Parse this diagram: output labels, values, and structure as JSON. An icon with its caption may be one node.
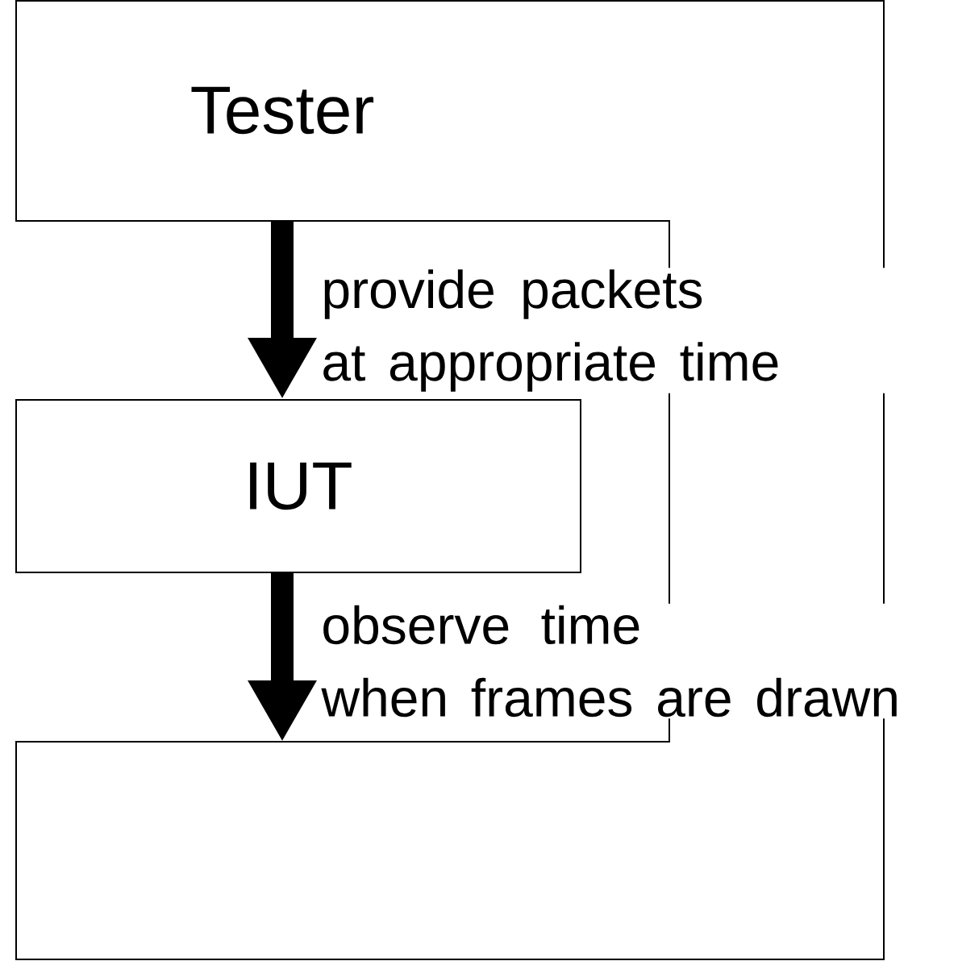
{
  "diagram": {
    "nodes": [
      {
        "text": [
          "Tester"
        ]
      },
      {
        "text": [
          "IUT"
        ]
      }
    ],
    "edges": [
      {
        "from": 0,
        "to": 1,
        "arrow": "to",
        "label": "provide packets at appropriate time"
      },
      {
        "from": 1,
        "to": 0,
        "arrow": "to",
        "label": "observe time when frames are drawn"
      }
    ]
  }
}
